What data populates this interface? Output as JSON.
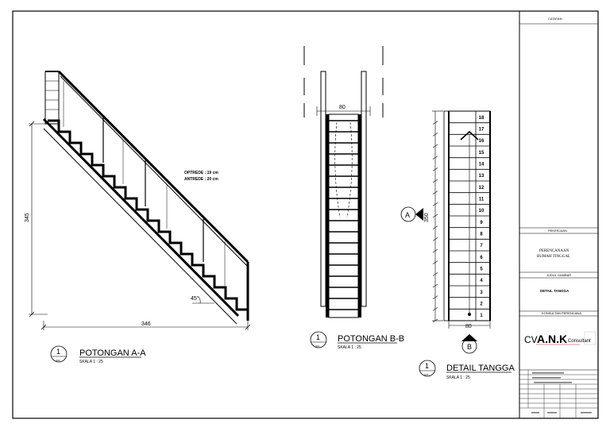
{
  "views": {
    "a": {
      "number": "1",
      "sheet": "A01",
      "title": "POTONGAN A-A",
      "scale": "SKALA 1 : 25"
    },
    "b": {
      "number": "1",
      "sheet": "A01",
      "title": "POTONGAN B-B",
      "scale": "SKALA 1 : 25"
    },
    "c": {
      "number": "1",
      "sheet": "A01",
      "title": "DETAIL TANGGA",
      "scale": "SKALA 1 : 25"
    }
  },
  "dims": {
    "a_height": "345",
    "a_width": "346",
    "a_angle": "45°",
    "riser_note": "OPTREDE : 19 cm",
    "tread_note": "ANTREDE : 20 cm",
    "b_width": "80",
    "c_width": "80",
    "c_height": "350",
    "tread_dim": "20",
    "riser_dim": "19"
  },
  "markers": {
    "section_a": "A",
    "section_b": "B"
  },
  "steps": [
    "18",
    "17",
    "16",
    "15",
    "14",
    "13",
    "12",
    "11",
    "10",
    "9",
    "8",
    "7",
    "6",
    "5",
    "4",
    "3",
    "2",
    "1"
  ],
  "titleblock": {
    "catatan": "CATATAN",
    "perencanaan": "PEKERJAAN",
    "project_line1": "PERENCANAAN",
    "project_line2": "RUMAH TINGGAL",
    "judul_label": "JUDUL GAMBAR",
    "judul_value": "DETAIL TANGGA",
    "konsultan_label": "KONSULTAN PERENCANA",
    "logo_prefix": "CV.",
    "logo_letters": "A.N.K",
    "logo_suffix": "Consultant"
  },
  "colors": {
    "line": "#000000",
    "logo_blue": "#1f4fa3",
    "logo_green": "#2e8b3a",
    "logo_red": "#cc2a2a"
  }
}
